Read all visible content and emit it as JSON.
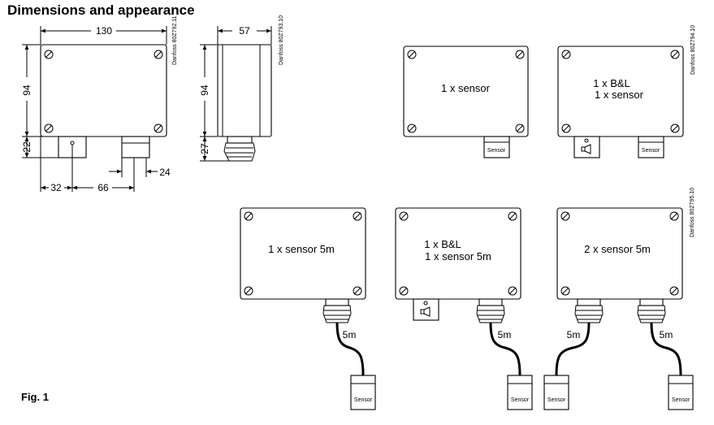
{
  "heading": "Dimensions and appearance",
  "fig_caption": "Fig. 1",
  "dimensions": {
    "front_width": "130",
    "front_height": "94",
    "gland_height": "22",
    "left_offset": "32",
    "gland_spacing": "66",
    "gland_width": "24",
    "side_depth": "57",
    "side_height": "94",
    "side_gland_height": "27"
  },
  "drawing_codes": [
    "Danfoss 80Z792.11",
    "Danfoss 80Z793.10",
    "Danfoss 80Z794.10",
    "Danfoss 80Z795.10"
  ],
  "boxes": {
    "top_1": [
      "1 x sensor"
    ],
    "top_2": [
      "1 x B&L",
      "1 x sensor"
    ],
    "bottom_1": [
      "1 x sensor 5m"
    ],
    "bottom_2": [
      "1 x B&L",
      "1 x sensor 5m"
    ],
    "bottom_3": [
      "2 x sensor 5m"
    ]
  },
  "sensor_label": "Sensor",
  "cable_length": "5m"
}
